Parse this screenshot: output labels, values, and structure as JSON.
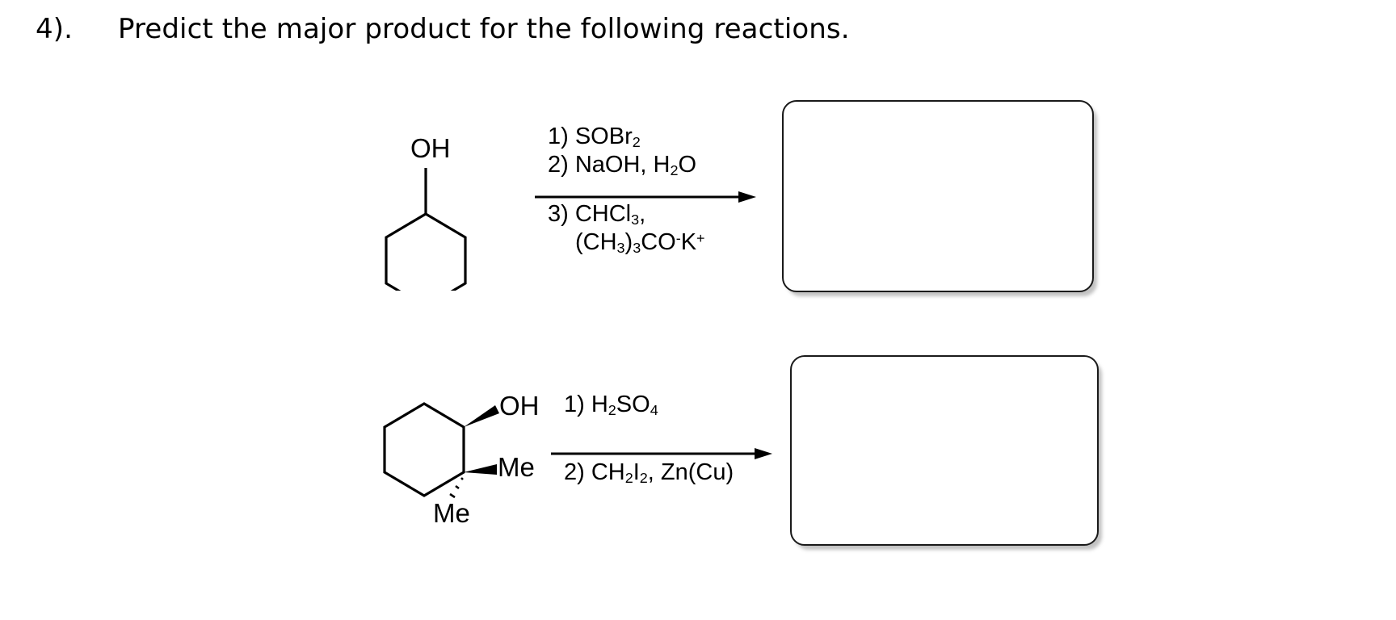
{
  "page": {
    "background_color": "#ffffff",
    "text_color": "#000000"
  },
  "question": {
    "number": "4).",
    "prompt": "Predict the major product for the following reactions."
  },
  "reactions": [
    {
      "id": "reaction-1",
      "starting_material": {
        "name": "cyclohexanol",
        "label": "OH",
        "skeleton": "cyclohexane-ring"
      },
      "reagents_above": [
        {
          "step": "1)",
          "formula_parts": [
            {
              "t": "1) SOBr",
              "k": "n"
            },
            {
              "t": "2",
              "k": "sub"
            }
          ],
          "plain": "1) SOBr2"
        },
        {
          "step": "2)",
          "formula_parts": [
            {
              "t": "2) NaOH, H",
              "k": "n"
            },
            {
              "t": "2",
              "k": "sub"
            },
            {
              "t": "O",
              "k": "n"
            }
          ],
          "plain": "2) NaOH, H2O"
        }
      ],
      "reagents_below": [
        {
          "step": "3)",
          "formula_parts": [
            {
              "t": "3) CHCl",
              "k": "n"
            },
            {
              "t": "3",
              "k": "sub"
            },
            {
              "t": ",",
              "k": "n"
            }
          ],
          "plain": "3) CHCl3,"
        },
        {
          "step": "",
          "formula_parts": [
            {
              "t": "(CH",
              "k": "n"
            },
            {
              "t": "3",
              "k": "sub"
            },
            {
              "t": ")",
              "k": "n"
            },
            {
              "t": "3",
              "k": "sub"
            },
            {
              "t": "CO",
              "k": "n"
            },
            {
              "t": "-",
              "k": "sup"
            },
            {
              "t": "K",
              "k": "n"
            },
            {
              "t": "+",
              "k": "sup"
            }
          ],
          "plain": "(CH3)3CO-K+"
        }
      ],
      "arrow": "right-arrow",
      "answer_box": {
        "label": "answer-box-1",
        "content": ""
      }
    },
    {
      "id": "reaction-2",
      "starting_material": {
        "name": "1,2-dimethylcyclohexan-1-ol",
        "label_oh": "OH",
        "label_me_wedge": "Me",
        "label_me_dash": "Me",
        "skeleton": "cyclohexane-ring"
      },
      "reagents_above": [
        {
          "step": "1)",
          "formula_parts": [
            {
              "t": "1) H",
              "k": "n"
            },
            {
              "t": "2",
              "k": "sub"
            },
            {
              "t": "SO",
              "k": "n"
            },
            {
              "t": "4",
              "k": "sub"
            }
          ],
          "plain": "1) H2SO4"
        }
      ],
      "reagents_below": [
        {
          "step": "2)",
          "formula_parts": [
            {
              "t": "2) CH",
              "k": "n"
            },
            {
              "t": "2",
              "k": "sub"
            },
            {
              "t": "I",
              "k": "n"
            },
            {
              "t": "2",
              "k": "sub"
            },
            {
              "t": ", Zn(Cu)",
              "k": "n"
            }
          ],
          "plain": "2) CH2I2, Zn(Cu)"
        }
      ],
      "arrow": "right-arrow",
      "answer_box": {
        "label": "answer-box-2",
        "content": ""
      }
    }
  ]
}
